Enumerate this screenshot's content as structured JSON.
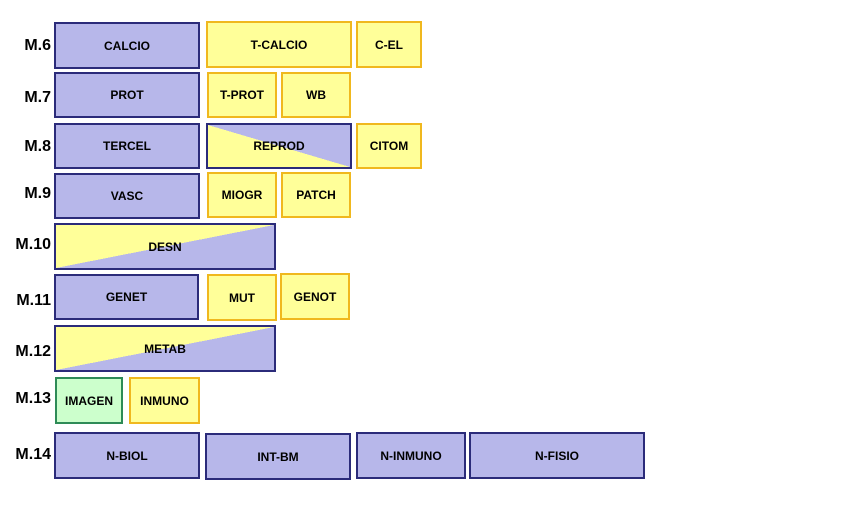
{
  "rows": [
    {
      "label": "M.6",
      "boxes": [
        "CALCIO",
        "T-CALCIO",
        "C-EL"
      ]
    },
    {
      "label": "M.7",
      "boxes": [
        "PROT",
        "T-PROT",
        "WB"
      ]
    },
    {
      "label": "M.8",
      "boxes": [
        "TERCEL",
        "REPROD",
        "CITOM"
      ]
    },
    {
      "label": "M.9",
      "boxes": [
        "VASC",
        "MIOGR",
        "PATCH"
      ]
    },
    {
      "label": "M.10",
      "boxes": [
        "DESN"
      ]
    },
    {
      "label": "M.11",
      "boxes": [
        "GENET",
        "MUT",
        "GENOT"
      ]
    },
    {
      "label": "M.12",
      "boxes": [
        "METAB"
      ]
    },
    {
      "label": "M.13",
      "boxes": [
        "IMAGEN",
        "INMUNO"
      ]
    },
    {
      "label": "M.14",
      "boxes": [
        "N-BIOL",
        "INT-BM",
        "N-INMUNO",
        "N-FISIO"
      ]
    }
  ],
  "colors": {
    "blue_fill": "#b7b7ea",
    "blue_border": "#2b2b7a",
    "yellow_fill": "#ffff99",
    "yellow_border": "#f0b81e",
    "green_fill": "#ccffcc",
    "green_border": "#2e8b57"
  }
}
